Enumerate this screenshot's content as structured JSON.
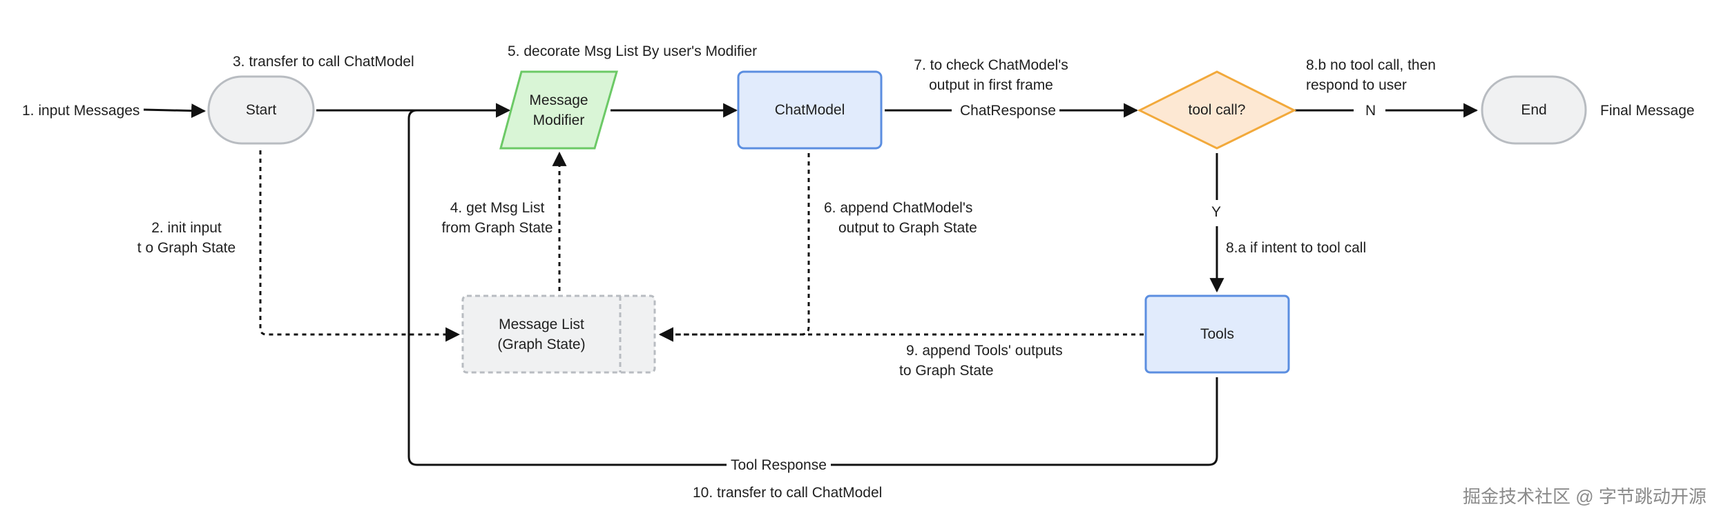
{
  "nodes": {
    "start": "Start",
    "message_modifier": "Message\nModifier",
    "chatmodel": "ChatModel",
    "tool_call": "tool call?",
    "end": "End",
    "message_list": "Message List\n(Graph State)",
    "tools": "Tools"
  },
  "labels": {
    "input_messages": "1. input Messages",
    "init_input_1": "2. init input",
    "init_input_2": "t o Graph State",
    "transfer_call": "3. transfer to call ChatModel",
    "get_msg_list_1": "4. get Msg List",
    "get_msg_list_2": "from Graph State",
    "decorate": "5. decorate Msg List By user's Modifier",
    "append_chatmodel_1": "6. append ChatModel's",
    "append_chatmodel_2": "output to Graph State",
    "check_chatmodel_1": "7. to check ChatModel's",
    "check_chatmodel_2": "output in first frame",
    "chat_response": "ChatResponse",
    "no_tool_call_1": "8.b no tool call, then",
    "no_tool_call_2": "respond to user",
    "branch_n": "N",
    "branch_y": "Y",
    "intent_tool_call": "8.a if intent to tool  call",
    "final_message": "Final Message",
    "append_tools_1": "9. append Tools' outputs",
    "append_tools_2": "to Graph State",
    "tool_response": "Tool Response",
    "transfer_call_2": "10. transfer to  call ChatModel"
  },
  "watermark": "掘金技术社区 @ 字节跳动开源",
  "colors": {
    "terminal_fill": "#f0f1f2",
    "terminal_stroke": "#b8bcc1",
    "modifier_fill": "#d9f5d6",
    "modifier_stroke": "#6cc966",
    "process_fill": "#e1ebfc",
    "process_stroke": "#5b8ee0",
    "decision_fill": "#fde8d3",
    "decision_stroke": "#f2a93b",
    "state_fill": "#f0f1f2",
    "state_stroke": "#b8bcc1",
    "edge": "#111111"
  }
}
